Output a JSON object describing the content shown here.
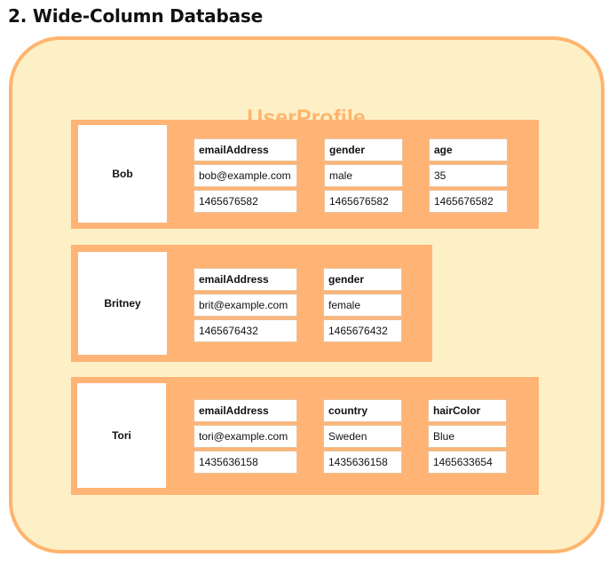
{
  "heading": "2. Wide-Column Database",
  "family": "UserProfile",
  "rows": [
    {
      "key": "Bob",
      "columns": [
        {
          "name": "emailAddress",
          "value": "bob@example.com",
          "timestamp": "1465676582"
        },
        {
          "name": "gender",
          "value": "male",
          "timestamp": "1465676582"
        },
        {
          "name": "age",
          "value": "35",
          "timestamp": "1465676582"
        }
      ]
    },
    {
      "key": "Britney",
      "columns": [
        {
          "name": "emailAddress",
          "value": "brit@example.com",
          "timestamp": "1465676432"
        },
        {
          "name": "gender",
          "value": "female",
          "timestamp": "1465676432"
        }
      ]
    },
    {
      "key": "Tori",
      "columns": [
        {
          "name": "emailAddress",
          "value": "tori@example.com",
          "timestamp": "1435636158"
        },
        {
          "name": "country",
          "value": "Sweden",
          "timestamp": "1435636158"
        },
        {
          "name": "hairColor",
          "value": "Blue",
          "timestamp": "1465633654"
        }
      ]
    }
  ]
}
